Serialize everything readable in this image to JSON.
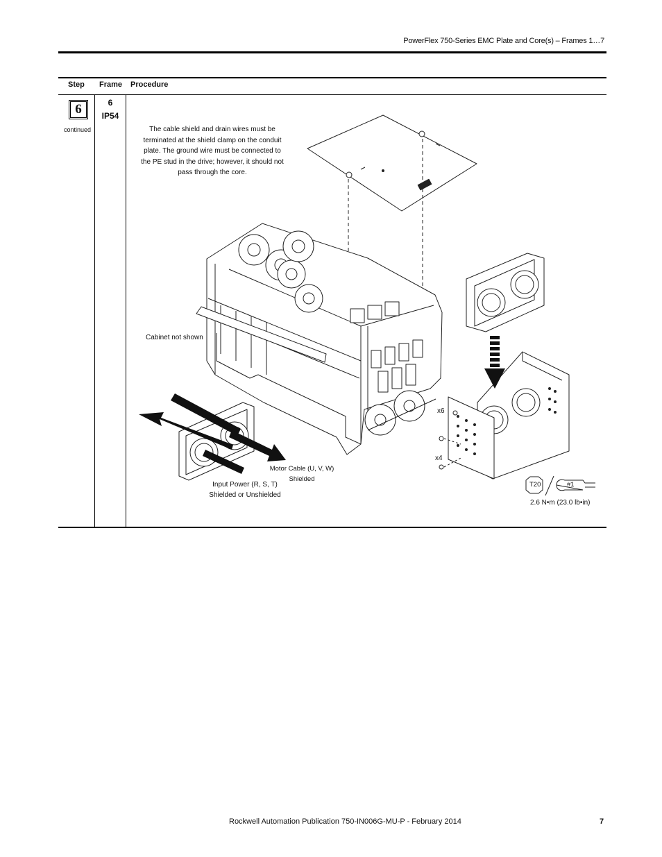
{
  "header": {
    "title": "PowerFlex 750-Series EMC Plate and Core(s) – Frames 1…7"
  },
  "table": {
    "columns": {
      "step": "Step",
      "frame": "Frame",
      "procedure": "Procedure"
    },
    "row": {
      "step_number": "6",
      "step_note": "continued",
      "frame_line1": "6",
      "frame_line2": "IP54"
    }
  },
  "procedure": {
    "note": "The cable shield and drain wires must be terminated at the shield clamp on the conduit plate. The ground wire must be connected to the PE stud in the drive; however, it should not pass through the core.",
    "cabinet_label": "Cabinet not shown",
    "input_power_label_1": "Input Power (R, S, T)",
    "input_power_label_2": "Shielded or Unshielded",
    "motor_cable_label_1": "Motor Cable (U, V, W)",
    "motor_cable_label_2": "Shielded",
    "qty_x6": "x6",
    "qty_x4": "x4",
    "tool_torx": "T20",
    "tool_phillips": "#1",
    "torque": "2.6 N•m (23.0 lb•in)"
  },
  "footer": {
    "publication": "Rockwell Automation Publication 750-IN006G-MU-P - February 2014",
    "page_number": "7"
  }
}
